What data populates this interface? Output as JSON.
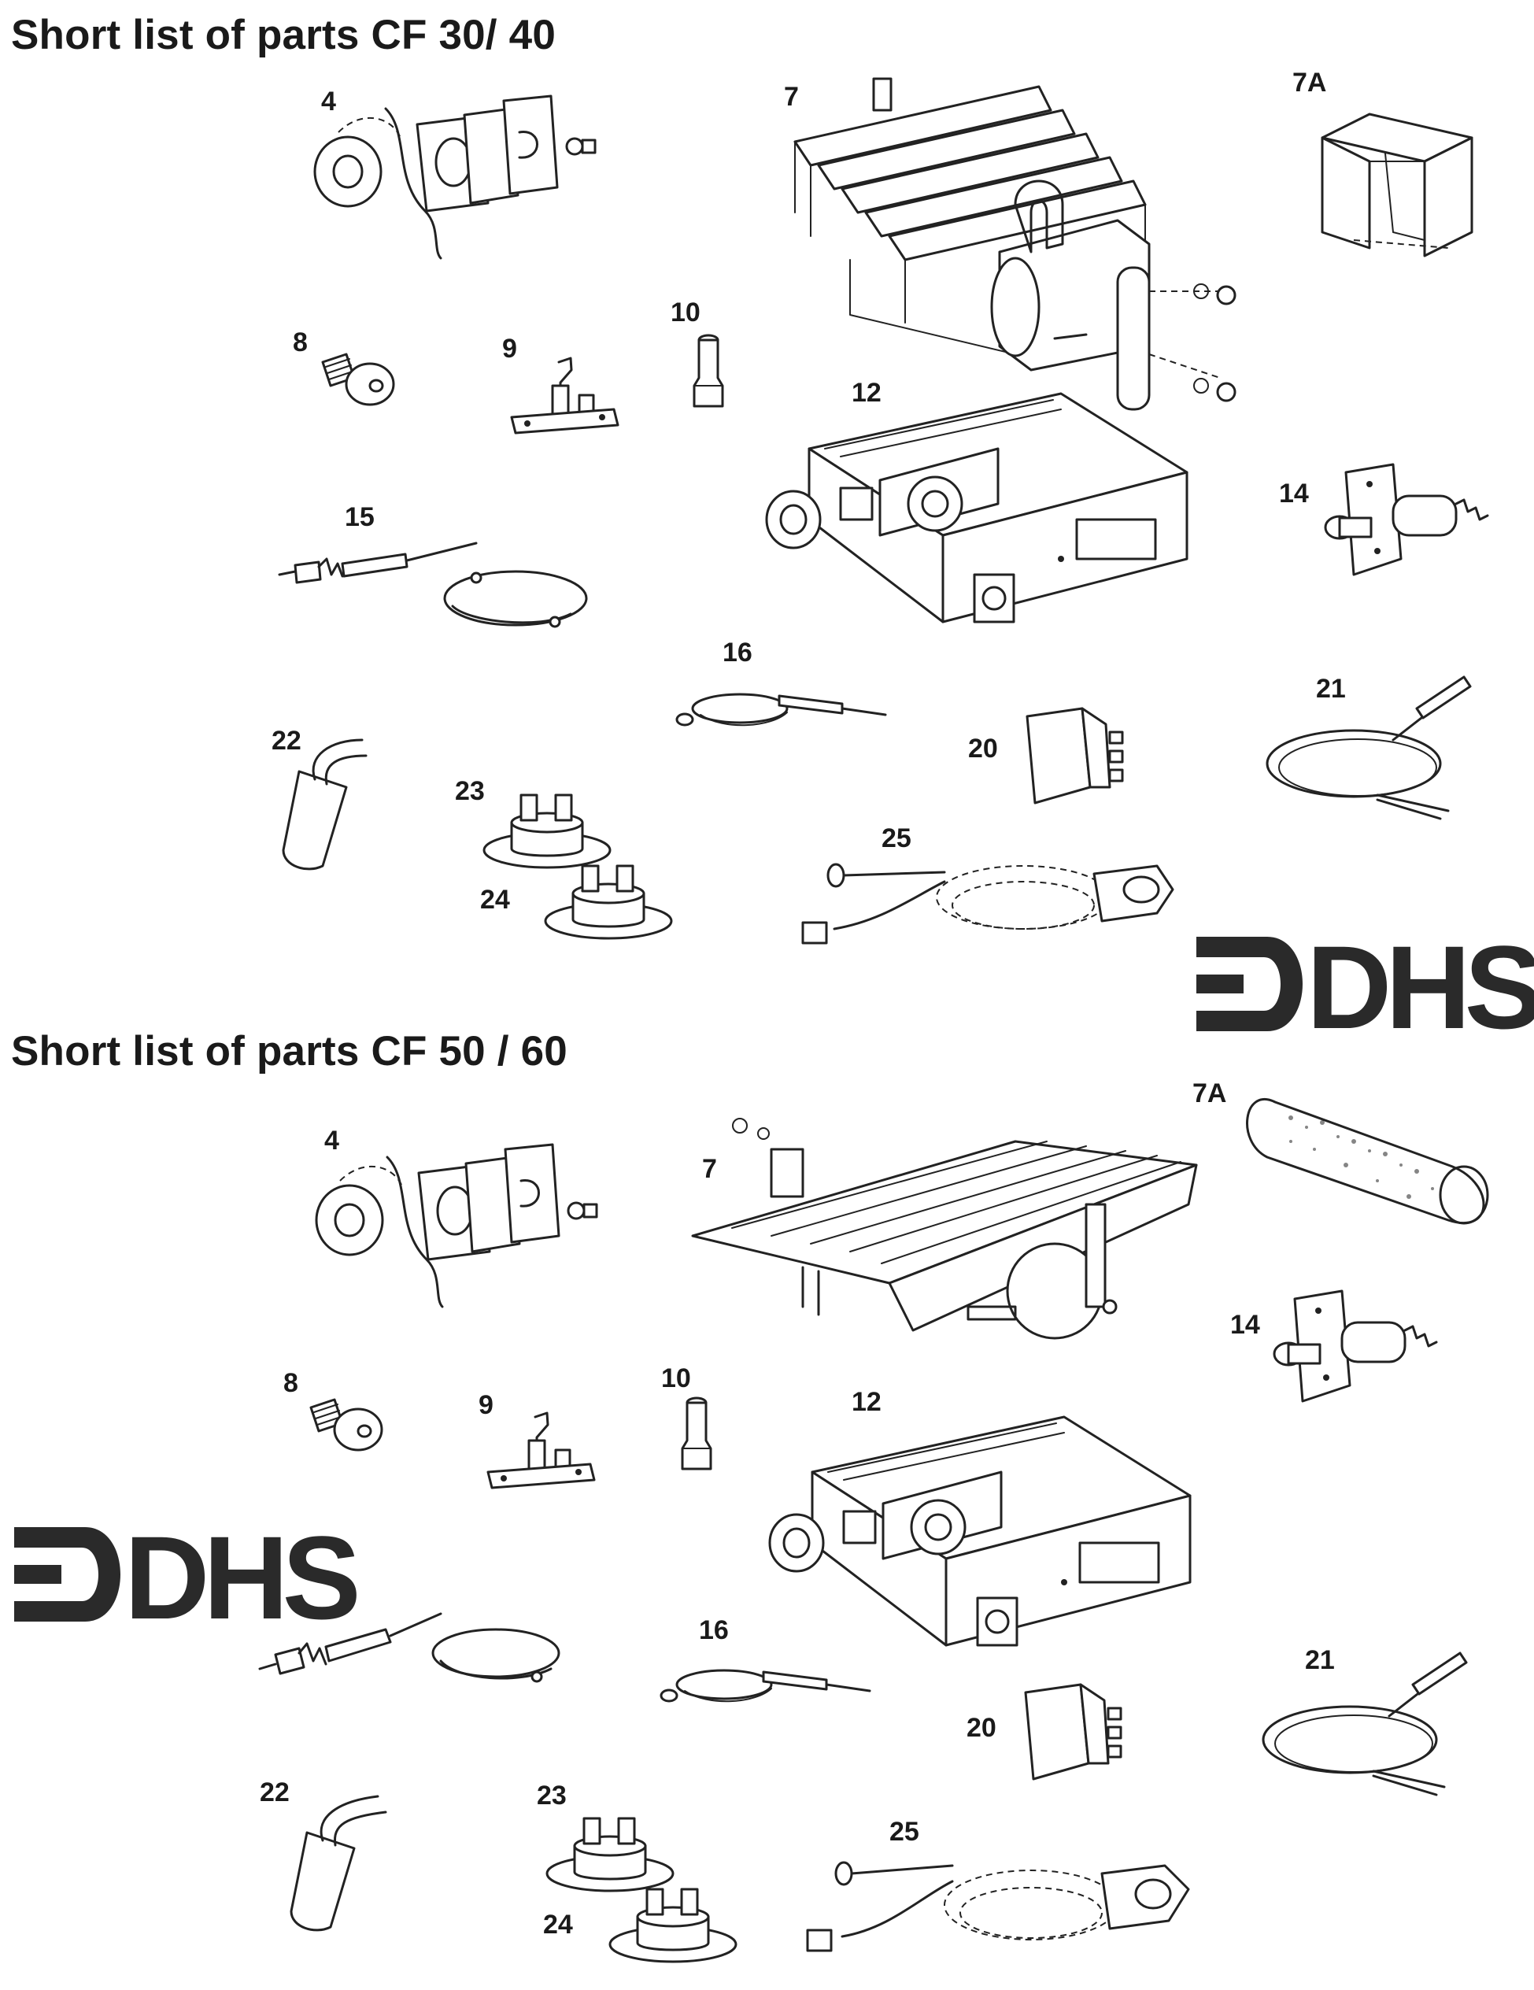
{
  "sections": [
    {
      "title": "Short list of parts CF 30/ 40",
      "labels": {
        "p4": "4",
        "p7": "7",
        "p7a": "7A",
        "p8": "8",
        "p9": "9",
        "p10": "10",
        "p12": "12",
        "p14": "14",
        "p15": "15",
        "p16": "16",
        "p20": "20",
        "p21": "21",
        "p22": "22",
        "p23": "23",
        "p24": "24",
        "p25": "25"
      }
    },
    {
      "title": "Short list of parts CF 50 / 60",
      "labels": {
        "p4": "4",
        "p7": "7",
        "p7a": "7A",
        "p8": "8",
        "p9": "9",
        "p10": "10",
        "p12": "12",
        "p14": "14",
        "p16": "16",
        "p20": "20",
        "p21": "21",
        "p22": "22",
        "p23": "23",
        "p24": "24",
        "p25": "25"
      }
    }
  ],
  "logo": {
    "text": "DHS",
    "color": "#2a2a2a"
  },
  "ink_color": "#222222"
}
